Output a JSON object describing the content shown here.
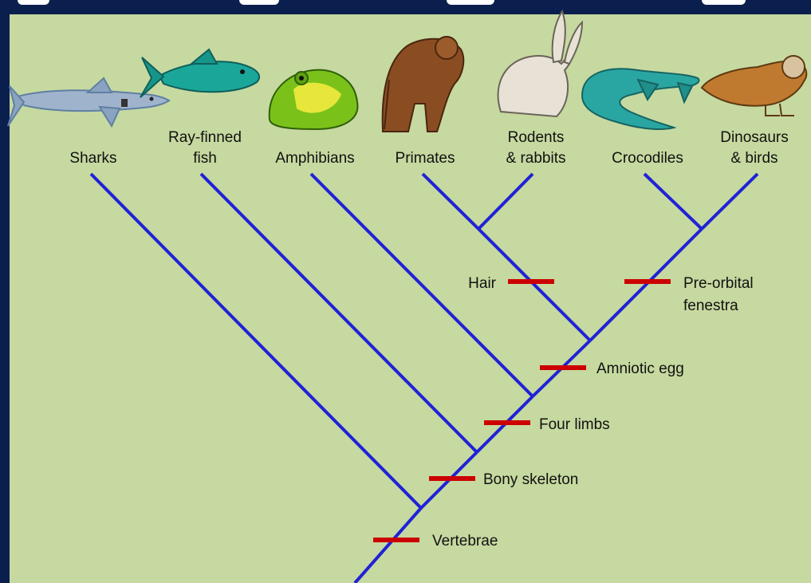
{
  "taxa": [
    {
      "line1": "",
      "line2": "Sharks",
      "icon": "shark-icon"
    },
    {
      "line1": "Ray-finned",
      "line2": "fish",
      "icon": "fish-icon"
    },
    {
      "line1": "",
      "line2": "Amphibians",
      "icon": "frog-icon"
    },
    {
      "line1": "",
      "line2": "Primates",
      "icon": "primate-icon"
    },
    {
      "line1": "Rodents",
      "line2": "& rabbits",
      "icon": "rabbit-icon"
    },
    {
      "line1": "",
      "line2": "Crocodiles",
      "icon": "crocodile-icon"
    },
    {
      "line1": "Dinosaurs",
      "line2": "& birds",
      "icon": "bird-icon"
    }
  ],
  "traits": [
    {
      "line1": "Vertebrae",
      "line2": ""
    },
    {
      "line1": "Bony skeleton",
      "line2": ""
    },
    {
      "line1": "Four limbs",
      "line2": ""
    },
    {
      "line1": "Amniotic egg",
      "line2": ""
    },
    {
      "line1": "Hair",
      "line2": ""
    },
    {
      "line1": "Pre-orbital",
      "line2": "fenestra"
    }
  ],
  "colors": {
    "background": "#0b1f4e",
    "panel": "#c6d9a0",
    "branch": "#1f22d6",
    "trait_marker": "#cc0000"
  }
}
